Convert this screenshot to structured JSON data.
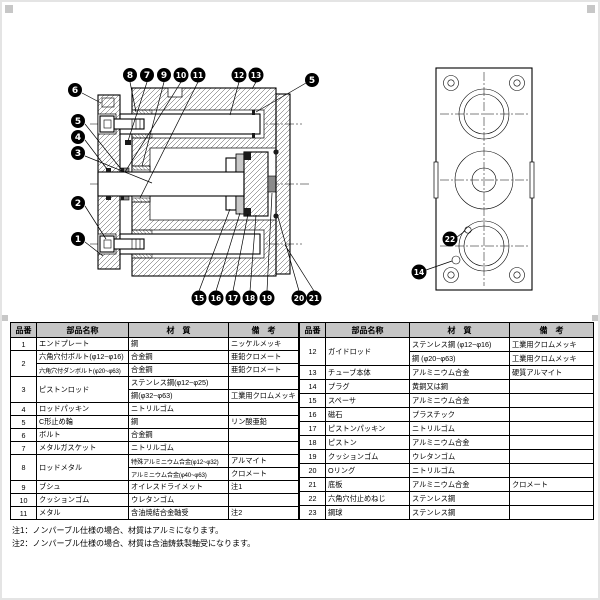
{
  "balloons": {
    "1": "1",
    "2": "2",
    "3": "3",
    "4": "4",
    "5": "5",
    "6": "6",
    "7": "7",
    "8": "8",
    "9": "9",
    "10": "10",
    "11": "11",
    "12": "12",
    "13": "13",
    "14": "14",
    "15": "15",
    "16": "16",
    "17": "17",
    "18": "18",
    "19": "19",
    "20": "20",
    "21": "21",
    "22": "22"
  },
  "tables": {
    "headers": [
      "品番",
      "部品名称",
      "材　質",
      "備　考"
    ],
    "left": [
      [
        "1",
        "エンドプレート",
        "鋼",
        "ニッケルメッキ"
      ],
      [
        "2",
        "六角穴付ボルト(φ12~φ16)",
        "合金鋼",
        "亜鉛クロメート"
      ],
      [
        "六角穴付ダンボルト(φ20~φ63)",
        "合金鋼",
        "亜鉛クロメート"
      ],
      [
        "3",
        "ピストンロッド",
        "ステンレス鋼(φ12~φ25)",
        ""
      ],
      [
        "鋼(φ32~φ63)",
        "工業用クロムメッキ"
      ],
      [
        "4",
        "ロッドパッキン",
        "ニトリルゴム",
        ""
      ],
      [
        "5",
        "C形止め輪",
        "鋼",
        "リン酸亜鉛"
      ],
      [
        "6",
        "ボルト",
        "合金鋼",
        ""
      ],
      [
        "7",
        "メタルガスケット",
        "ニトリルゴム",
        ""
      ],
      [
        "8",
        "ロッドメタル",
        "特殊アルミニウム合金(φ12~φ32)",
        "アルマイト"
      ],
      [
        "アルミニウム合金(φ40~φ63)",
        "クロメート"
      ],
      [
        "9",
        "ブシュ",
        "オイレスドライメット",
        "注1"
      ],
      [
        "10",
        "クッションゴム",
        "ウレタンゴム",
        ""
      ],
      [
        "11",
        "メタル",
        "含油焼結合金軸受",
        "注2"
      ]
    ],
    "right": [
      [
        "12",
        "ガイドロッド",
        "ステンレス鋼 (φ12~φ16)",
        "工業用クロムメッキ"
      ],
      [
        "鋼 (φ20~φ63)",
        "工業用クロムメッキ"
      ],
      [
        "13",
        "チューブ本体",
        "アルミニウム合金",
        "硬質アルマイト"
      ],
      [
        "14",
        "プラグ",
        "黄銅又は鋼",
        ""
      ],
      [
        "15",
        "スペーサ",
        "アルミニウム合金",
        ""
      ],
      [
        "16",
        "磁石",
        "プラスチック",
        ""
      ],
      [
        "17",
        "ピストンパッキン",
        "ニトリルゴム",
        ""
      ],
      [
        "18",
        "ピストン",
        "アルミニウム合金",
        ""
      ],
      [
        "19",
        "クッションゴム",
        "ウレタンゴム",
        ""
      ],
      [
        "20",
        "Oリング",
        "ニトリルゴム",
        ""
      ],
      [
        "21",
        "底板",
        "アルミニウム合金",
        "クロメート"
      ],
      [
        "22",
        "六角穴付止めねじ",
        "ステンレス鋼",
        ""
      ],
      [
        "23",
        "鋼球",
        "ステンレス鋼",
        ""
      ]
    ]
  },
  "notes": [
    "注1：ノンパーブル仕様の場合、材質はアルミになります。",
    "注2：ノンパーブル仕様の場合、材質は含油鋳鉄製軸受になります。"
  ]
}
